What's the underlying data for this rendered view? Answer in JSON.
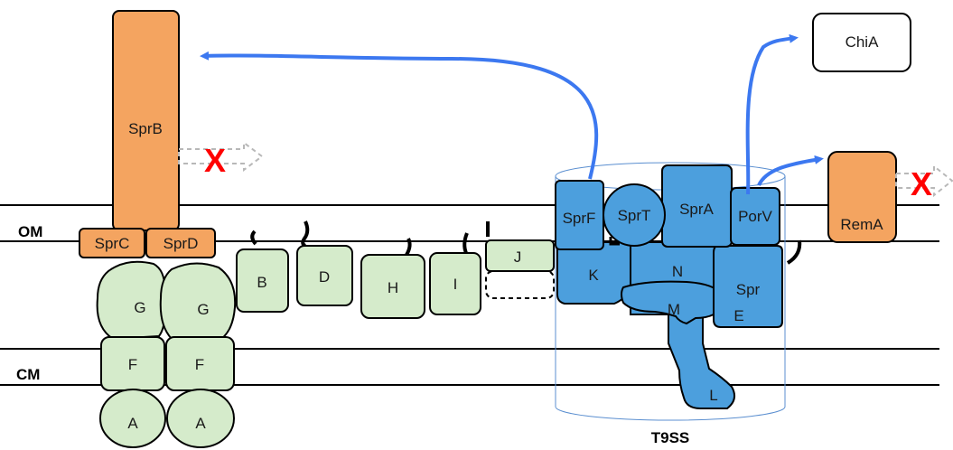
{
  "membranes": {
    "outer": "OM",
    "inner": "CM"
  },
  "proteins": {
    "sprB": "SprB",
    "sprC": "SprC",
    "sprD": "SprD",
    "g1": "G",
    "g2": "G",
    "f1": "F",
    "f2": "F",
    "a1": "A",
    "a2": "A",
    "b": "B",
    "d": "D",
    "h": "H",
    "i": "I",
    "j": "J",
    "sprF": "SprF",
    "sprT": "SprT",
    "sprA": "SprA",
    "porV": "PorV",
    "k": "K",
    "n": "N",
    "m": "M",
    "sprE_line1": "Spr",
    "sprE_line2": "E",
    "l": "L",
    "chiA": "ChiA",
    "remA": "RemA"
  },
  "complex": {
    "label": "T9SS"
  },
  "blocked_marker": "X",
  "colors": {
    "orange": "#F4A460",
    "green": "#D5EBCB",
    "blue": "#4C9FDD",
    "arrow": "#3C78F0",
    "cross": "#FF0000",
    "cylinder": "#5B8FD0"
  }
}
